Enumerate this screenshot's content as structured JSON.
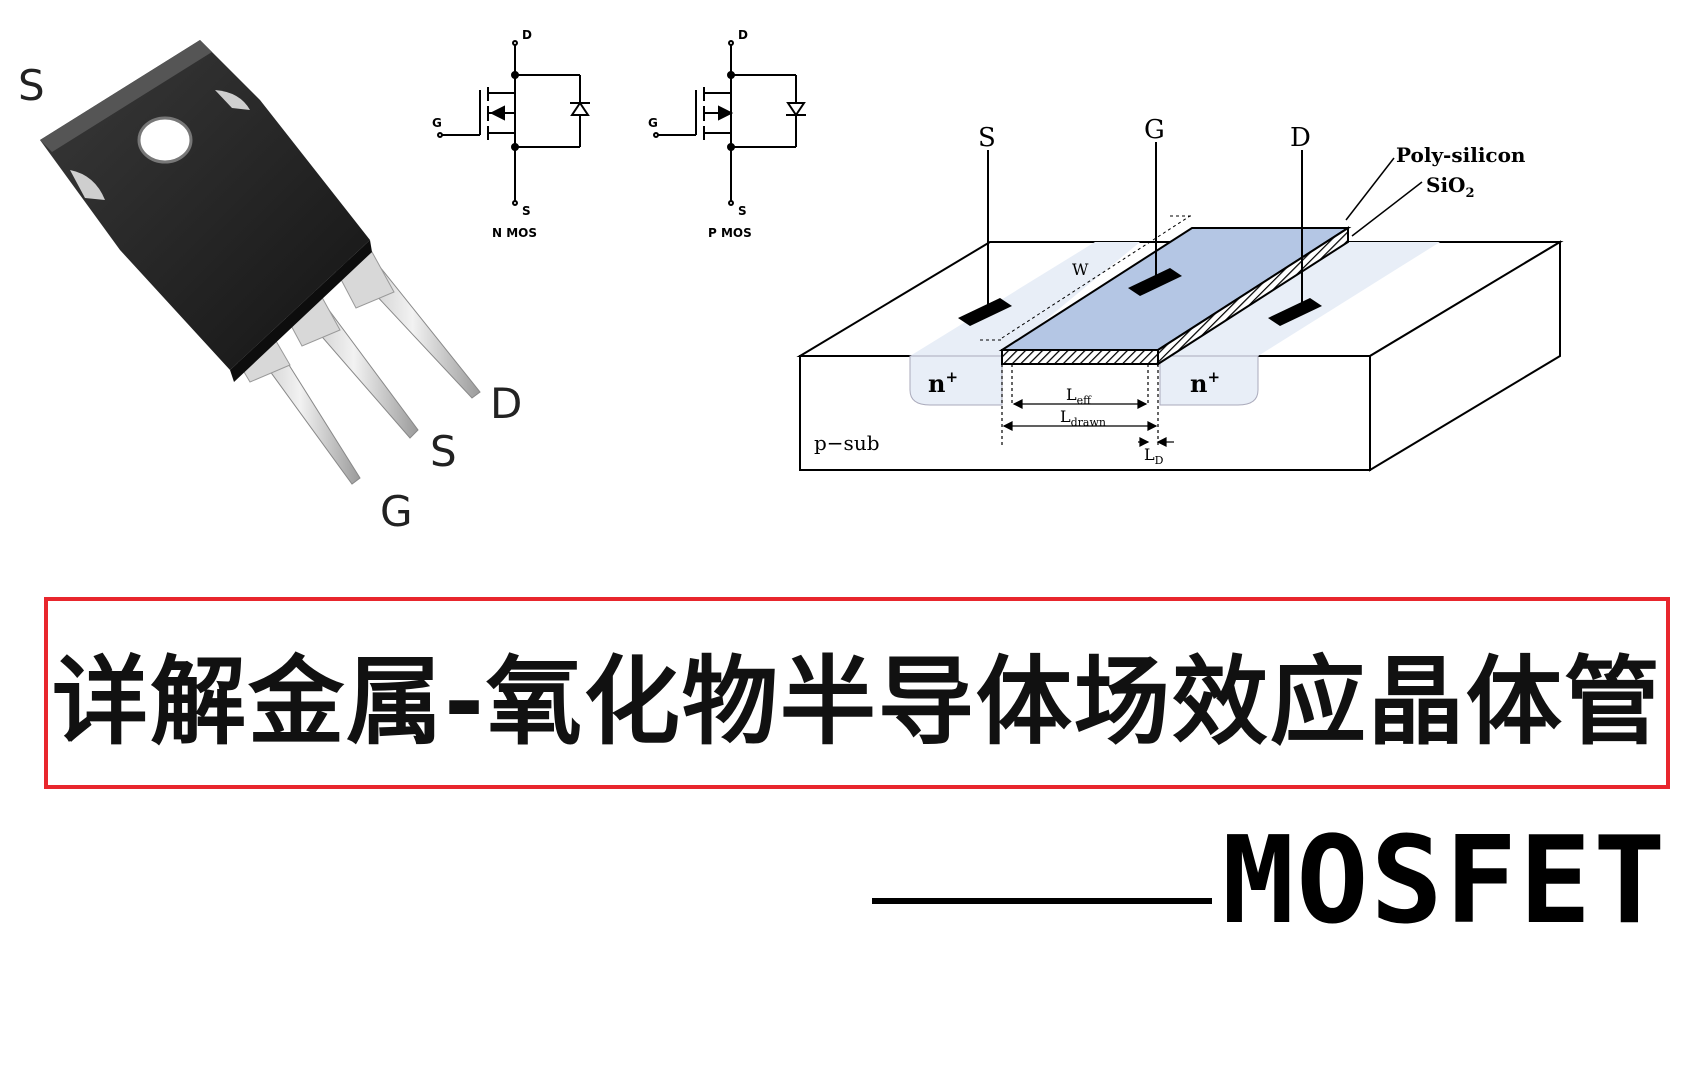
{
  "package": {
    "pin_labels": {
      "top_left": "S",
      "right_d": "D",
      "right_s": "S",
      "bottom_g": "G"
    }
  },
  "schematics": {
    "nmos": {
      "caption": "N MOS",
      "d": "D",
      "g": "G",
      "s": "S"
    },
    "pmos": {
      "caption": "P MOS",
      "d": "D",
      "g": "G",
      "s": "S"
    }
  },
  "cross_section": {
    "terminals": {
      "s": "S",
      "g": "G",
      "d": "D"
    },
    "poly_label": "Poly-silicon",
    "oxide_label_base": "SiO",
    "oxide_label_sub": "2",
    "width_label": "W",
    "n_plus_base": "n",
    "n_plus_sup": "+",
    "substrate_label": "p−sub",
    "l_eff_base": "L",
    "l_eff_sub": "eff",
    "l_drawn_base": "L",
    "l_drawn_sub": "drawn",
    "l_d_base": "L",
    "l_d_sub": "D",
    "colors": {
      "gate_fill": "#b4c6e4",
      "well_fill": "#e8eef7",
      "hatch": "#000000"
    }
  },
  "title": "详解金属-氧化物半导体场效应晶体管",
  "subtitle": "MOSFET",
  "colors": {
    "title_border": "#e8262d",
    "text": "#111111"
  }
}
